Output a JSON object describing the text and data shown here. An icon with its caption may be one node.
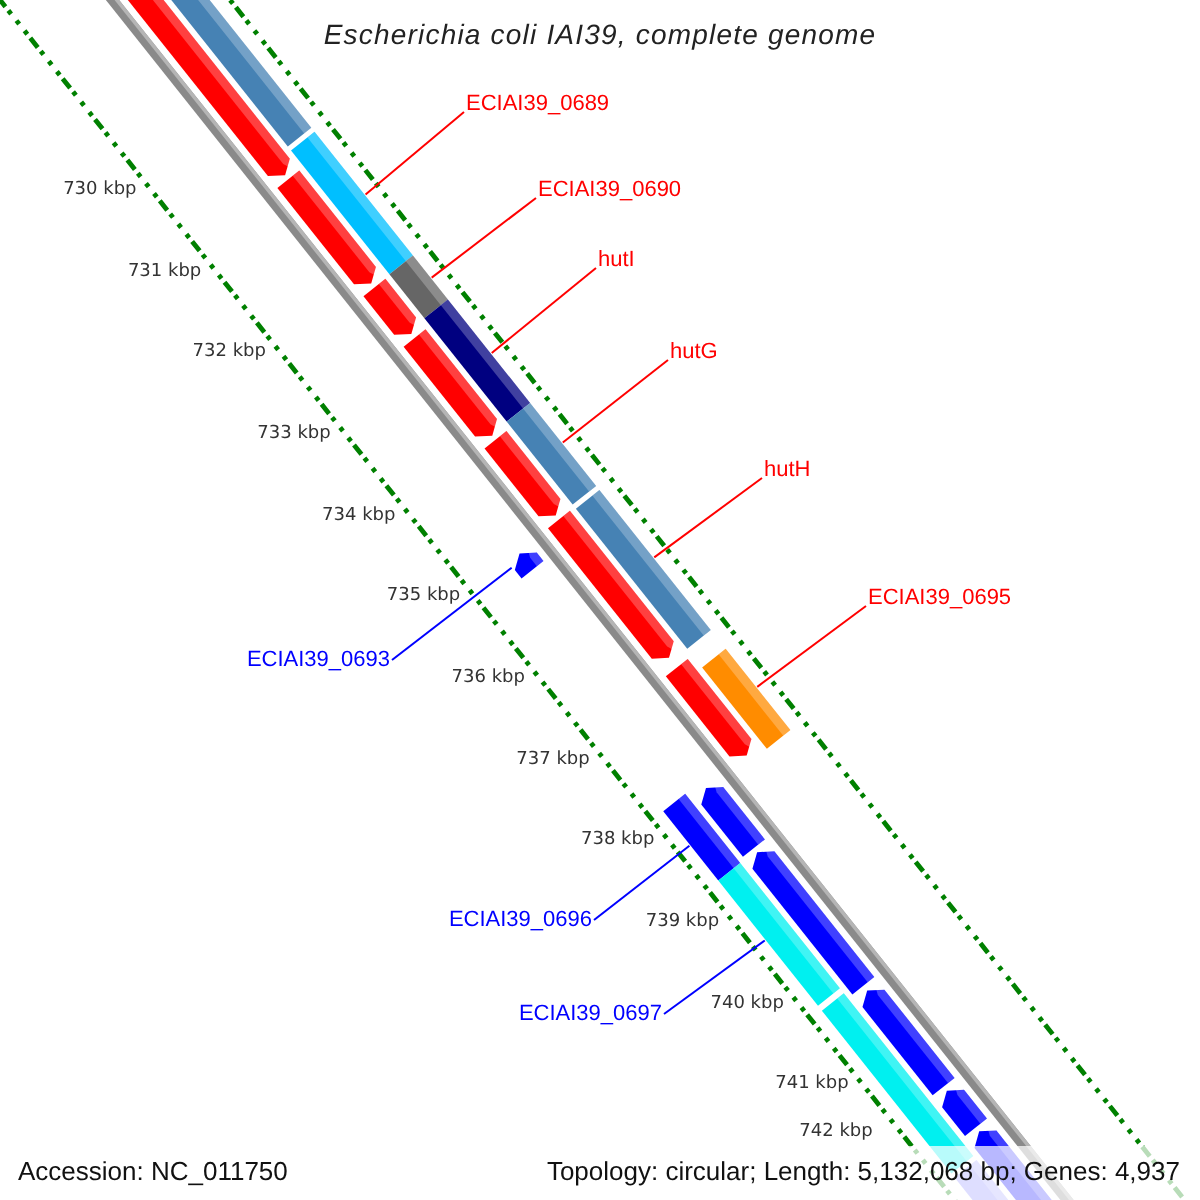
{
  "diagram": {
    "title": "Escherichia coli IAI39, complete genome",
    "nodes": [
      {
        "text": [
          "ECIAI39_0689"
        ]
      },
      {
        "text": [
          "ECIAI39_0690"
        ]
      },
      {
        "text": [
          "hutI"
        ]
      },
      {
        "text": [
          "hutG"
        ]
      },
      {
        "text": [
          "hutH"
        ]
      },
      {
        "text": [
          "ECIAI39_0695"
        ]
      },
      {
        "text": [
          "ECIAI39_0693"
        ]
      },
      {
        "text": [
          "ECIAI39_0696"
        ]
      },
      {
        "text": [
          "ECIAI39_0697"
        ]
      },
      {
        "text": [],
        "shape": "box"
      },
      {
        "text": [],
        "shape": "box"
      },
      {
        "text": [],
        "shape": "box"
      },
      {
        "text": [],
        "shape": "box"
      },
      {
        "text": [],
        "shape": "box"
      },
      {
        "text": [],
        "shape": "box"
      },
      {
        "text": [],
        "shape": "arrow"
      },
      {
        "text": [],
        "shape": "box"
      },
      {
        "text": [],
        "shape": "box"
      }
    ],
    "edges": [
      {
        "from": 0,
        "to": 9,
        "arrow": "none"
      },
      {
        "from": 1,
        "to": 10,
        "arrow": "none"
      },
      {
        "from": 2,
        "to": 11,
        "arrow": "none"
      },
      {
        "from": 3,
        "to": 12,
        "arrow": "none"
      },
      {
        "from": 4,
        "to": 13,
        "arrow": "none"
      },
      {
        "from": 5,
        "to": 14,
        "arrow": "none"
      },
      {
        "from": 6,
        "to": 15,
        "arrow": "none",
        "color": "#0000ff"
      },
      {
        "from": 7,
        "to": 16,
        "arrow": "none",
        "color": "#0000ff"
      },
      {
        "from": 8,
        "to": 17,
        "arrow": "none",
        "color": "#0000ff"
      }
    ],
    "labels": [
      "730 kbp",
      "731 kbp",
      "732 kbp",
      "733 kbp",
      "734 kbp",
      "735 kbp",
      "736 kbp",
      "737 kbp",
      "738 kbp",
      "739 kbp",
      "740 kbp",
      "741 kbp",
      "742 kbp",
      "Accession: NC_011750",
      "Topology: circular; Length: 5,132,068 bp; Genes: 4,937"
    ]
  }
}
